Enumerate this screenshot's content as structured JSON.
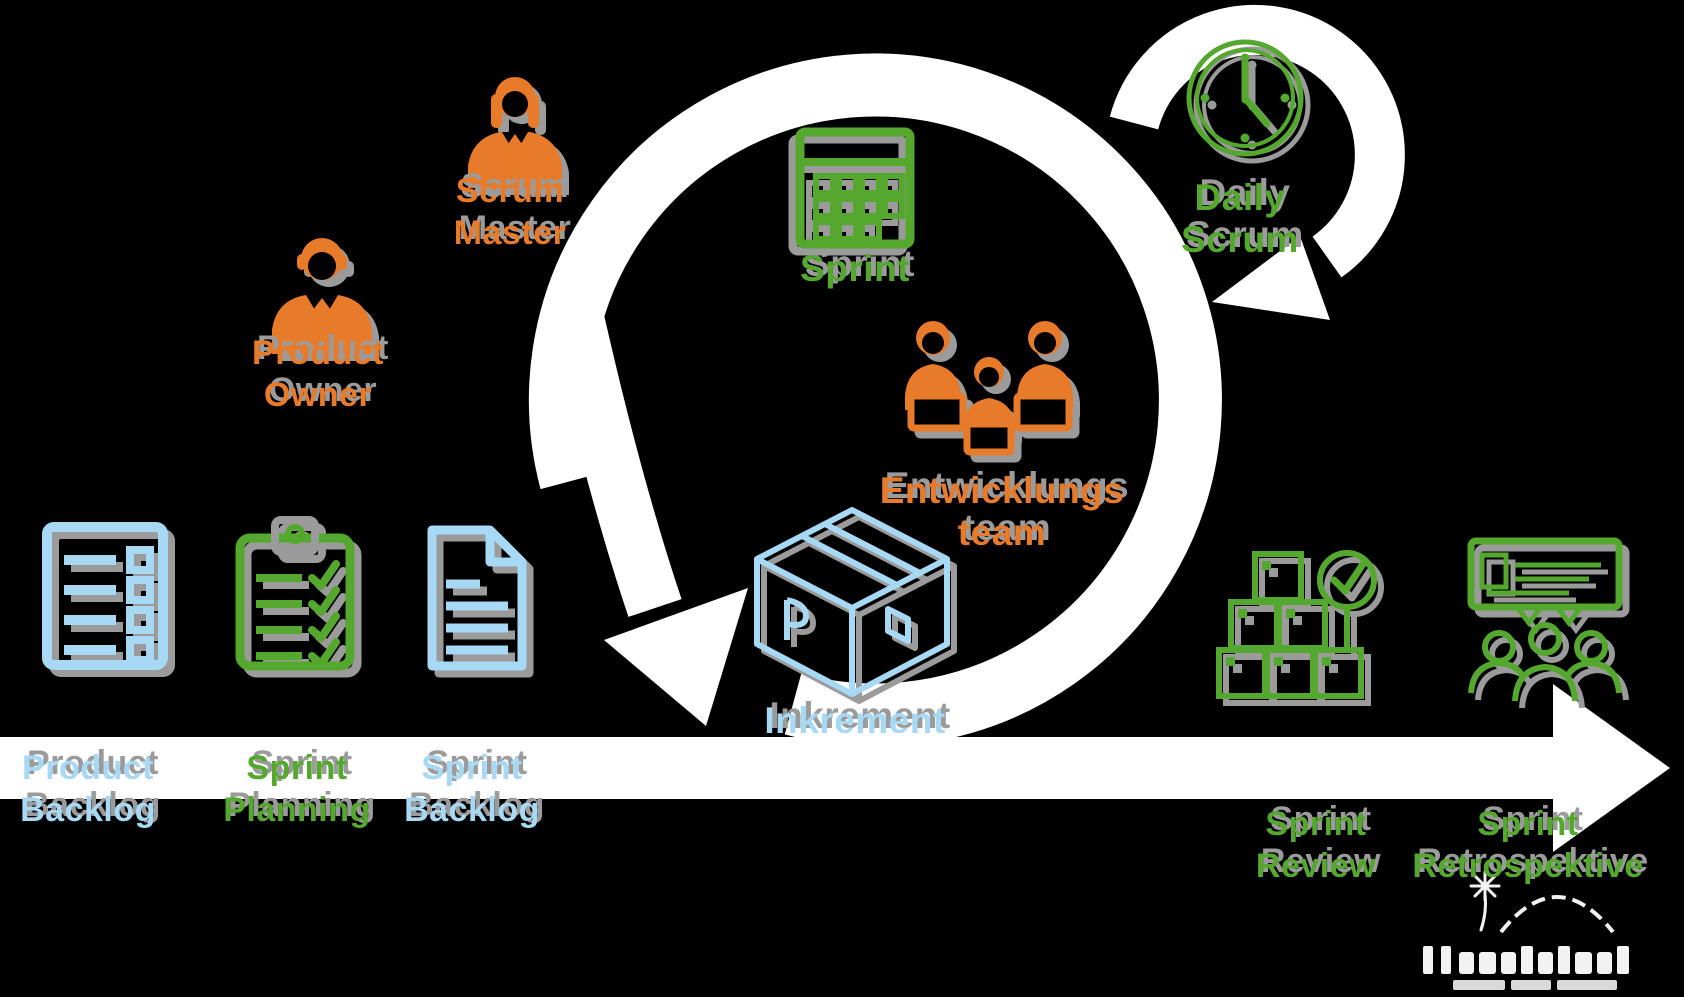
{
  "diagram_title": "Scrum process cycle",
  "colors": {
    "background": "#000000",
    "orange": "#e87b29",
    "green": "#54a82d",
    "light_blue": "#a7d9f5",
    "shadow_gray": "#9b9b9b",
    "arrow_white": "#ffffff"
  },
  "nodes": {
    "product_backlog": {
      "line1": "Product",
      "line2": "Backlog"
    },
    "sprint_planning": {
      "line1": "Sprint",
      "line2": "Planning"
    },
    "sprint_backlog": {
      "line1": "Sprint",
      "line2": "Backlog"
    },
    "product_owner": {
      "line1": "Product",
      "line2": "Owner"
    },
    "scrum_master": {
      "line1": "Scrum",
      "line2": "Master"
    },
    "sprint": {
      "label": "Sprint"
    },
    "daily_scrum": {
      "line1": "Daily",
      "line2": "Scrum"
    },
    "entwicklungsteam": {
      "line1": "Entwicklungs",
      "line2": "team"
    },
    "inkrement": {
      "label": "Inkrement"
    },
    "sprint_review": {
      "line1": "Sprint",
      "line2": "Review"
    },
    "sprint_retrospektive": {
      "line1": "Sprint",
      "line2": "Retrospektive"
    }
  }
}
